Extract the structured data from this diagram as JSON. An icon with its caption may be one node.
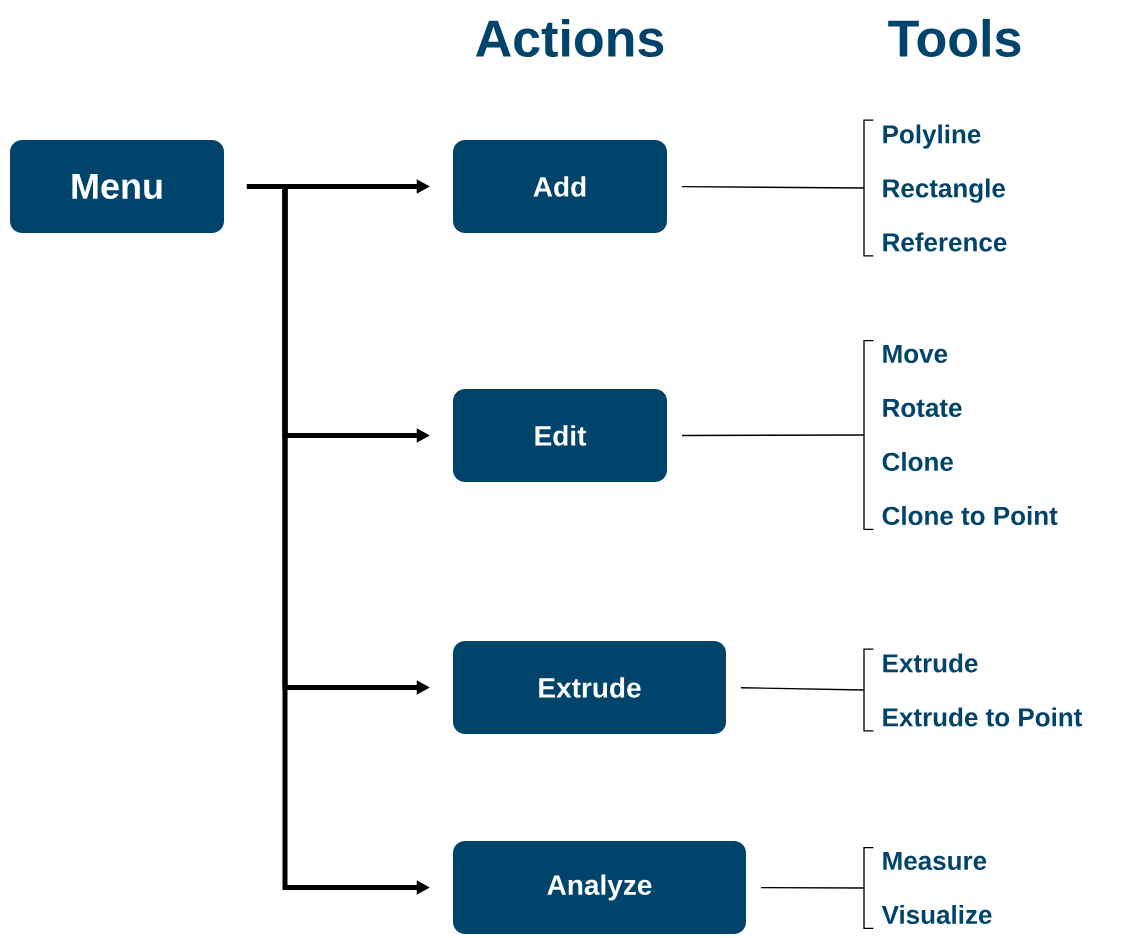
{
  "diagram": {
    "nodes": [
      {
        "text": [
          "Menu"
        ]
      },
      {
        "text": [
          "Add"
        ]
      },
      {
        "text": [
          "Edit"
        ]
      },
      {
        "text": [
          "Extrude"
        ]
      },
      {
        "text": [
          "Analyze"
        ]
      },
      {
        "text": [
          "Polyline",
          "Rectangle",
          "Reference"
        ]
      },
      {
        "text": [
          "Move",
          "Rotate",
          "Clone",
          "Clone to Point"
        ]
      },
      {
        "text": [
          "Extrude",
          "Extrude to Point"
        ]
      },
      {
        "text": [
          "Measure",
          "Visualize"
        ]
      }
    ],
    "edges": [
      {
        "from": 0,
        "to": 1,
        "arrow": "to",
        "style": "thick"
      },
      {
        "from": 0,
        "to": 2,
        "arrow": "to",
        "style": "thick"
      },
      {
        "from": 0,
        "to": 3,
        "arrow": "to",
        "style": "thick"
      },
      {
        "from": 0,
        "to": 4,
        "arrow": "to",
        "style": "thick"
      },
      {
        "from": 1,
        "to": 5,
        "arrow": "none"
      },
      {
        "from": 2,
        "to": 6,
        "arrow": "none"
      },
      {
        "from": 3,
        "to": 7,
        "arrow": "none"
      },
      {
        "from": 4,
        "to": 8,
        "arrow": "none"
      }
    ],
    "labels": [
      "Actions",
      "Tools"
    ]
  }
}
